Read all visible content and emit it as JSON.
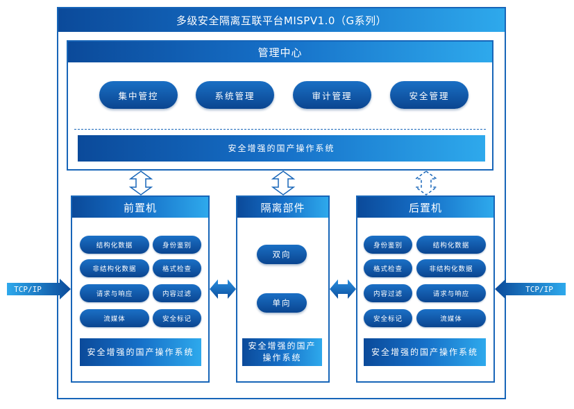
{
  "platform": {
    "title": "多级安全隔离互联平台MISPV1.0（G系列）"
  },
  "management": {
    "title": "管理中心",
    "buttons": [
      "集中管控",
      "系统管理",
      "审计管理",
      "安全管理"
    ],
    "os": "安全增强的国产操作系统"
  },
  "front": {
    "title": "前置机",
    "left_chips": [
      "结构化数据",
      "非结构化数据",
      "请求与响应",
      "流媒体"
    ],
    "right_chips": [
      "身份鉴别",
      "格式检查",
      "内容过滤",
      "安全标记"
    ],
    "os": "安全增强的国产操作系统"
  },
  "isolation": {
    "title": "隔离部件",
    "modes": [
      "双向",
      "单向"
    ],
    "os_line1": "安全增强的国产",
    "os_line2": "操作系统"
  },
  "rear": {
    "title": "后置机",
    "left_chips": [
      "身份鉴别",
      "格式检查",
      "内容过滤",
      "安全标记"
    ],
    "right_chips": [
      "结构化数据",
      "非结构化数据",
      "请求与响应",
      "流媒体"
    ],
    "os": "安全增强的国产操作系统"
  },
  "io": {
    "left": "TCP/IP",
    "right": "TCP/IP"
  }
}
